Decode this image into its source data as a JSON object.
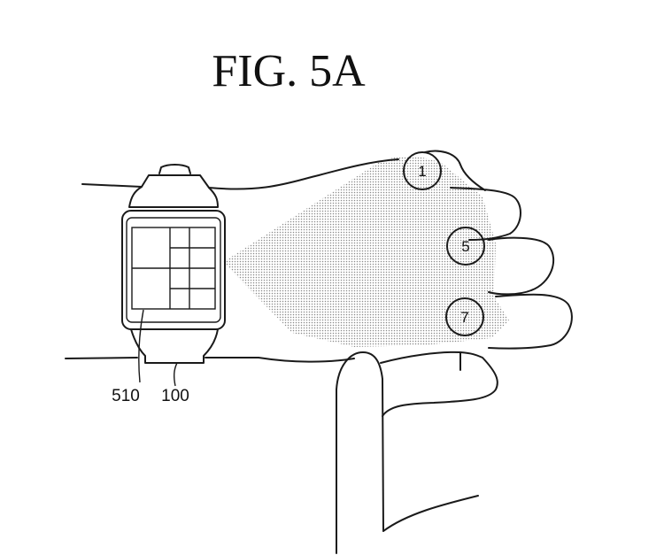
{
  "figure": {
    "title": "FIG.  5A",
    "reference_labels": {
      "screen": "510",
      "device": "100"
    },
    "projected_keys": [
      "1",
      "5",
      "7"
    ],
    "colors": {
      "line": "#1a1a1a",
      "projection_dots": "#8a8a8a",
      "background": "#ffffff"
    }
  }
}
